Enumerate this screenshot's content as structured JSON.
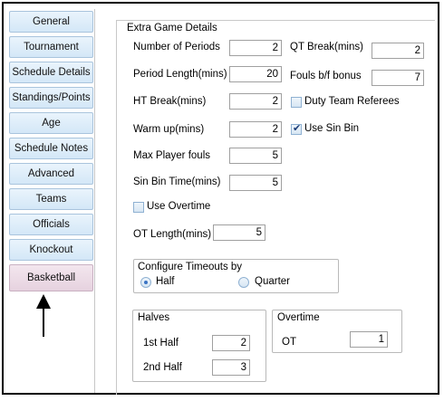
{
  "sidebar": {
    "items": [
      {
        "label": "General"
      },
      {
        "label": "Tournament"
      },
      {
        "label": "Schedule Details"
      },
      {
        "label": "Standings/Points"
      },
      {
        "label": "Age"
      },
      {
        "label": "Schedule Notes"
      },
      {
        "label": "Advanced"
      },
      {
        "label": "Teams"
      },
      {
        "label": "Officials"
      },
      {
        "label": "Knockout"
      },
      {
        "label": "Basketball"
      }
    ],
    "active": "Basketball"
  },
  "panel": {
    "title": "Extra Game Details",
    "number_of_periods": {
      "label": "Number of Periods",
      "value": "2"
    },
    "period_length": {
      "label": "Period Length(mins)",
      "value": "20"
    },
    "ht_break": {
      "label": "HT Break(mins)",
      "value": "2"
    },
    "warm_up": {
      "label": "Warm up(mins)",
      "value": "2"
    },
    "max_player_fouls": {
      "label": "Max Player fouls",
      "value": "5"
    },
    "sin_bin_time": {
      "label": "Sin Bin Time(mins)",
      "value": "5"
    },
    "use_overtime": {
      "label": "Use Overtime",
      "checked": false
    },
    "ot_length": {
      "label": "OT Length(mins)",
      "value": "5"
    },
    "qt_break": {
      "label": "QT Break(mins)",
      "value": "2"
    },
    "fouls_bonus": {
      "label": "Fouls b/f bonus",
      "value": "7"
    },
    "duty_team_referees": {
      "label": "Duty Team Referees",
      "checked": false
    },
    "use_sin_bin": {
      "label": "Use Sin Bin",
      "checked": true
    },
    "timeouts": {
      "title": "Configure Timeouts by",
      "half": "Half",
      "quarter": "Quarter",
      "selected": "Half"
    },
    "halves": {
      "title": "Halves",
      "first_half": {
        "label": "1st Half",
        "value": "2"
      },
      "second_half": {
        "label": "2nd Half",
        "value": "3"
      }
    },
    "overtime": {
      "title": "Overtime",
      "ot": {
        "label": "OT",
        "value": "1"
      }
    }
  }
}
